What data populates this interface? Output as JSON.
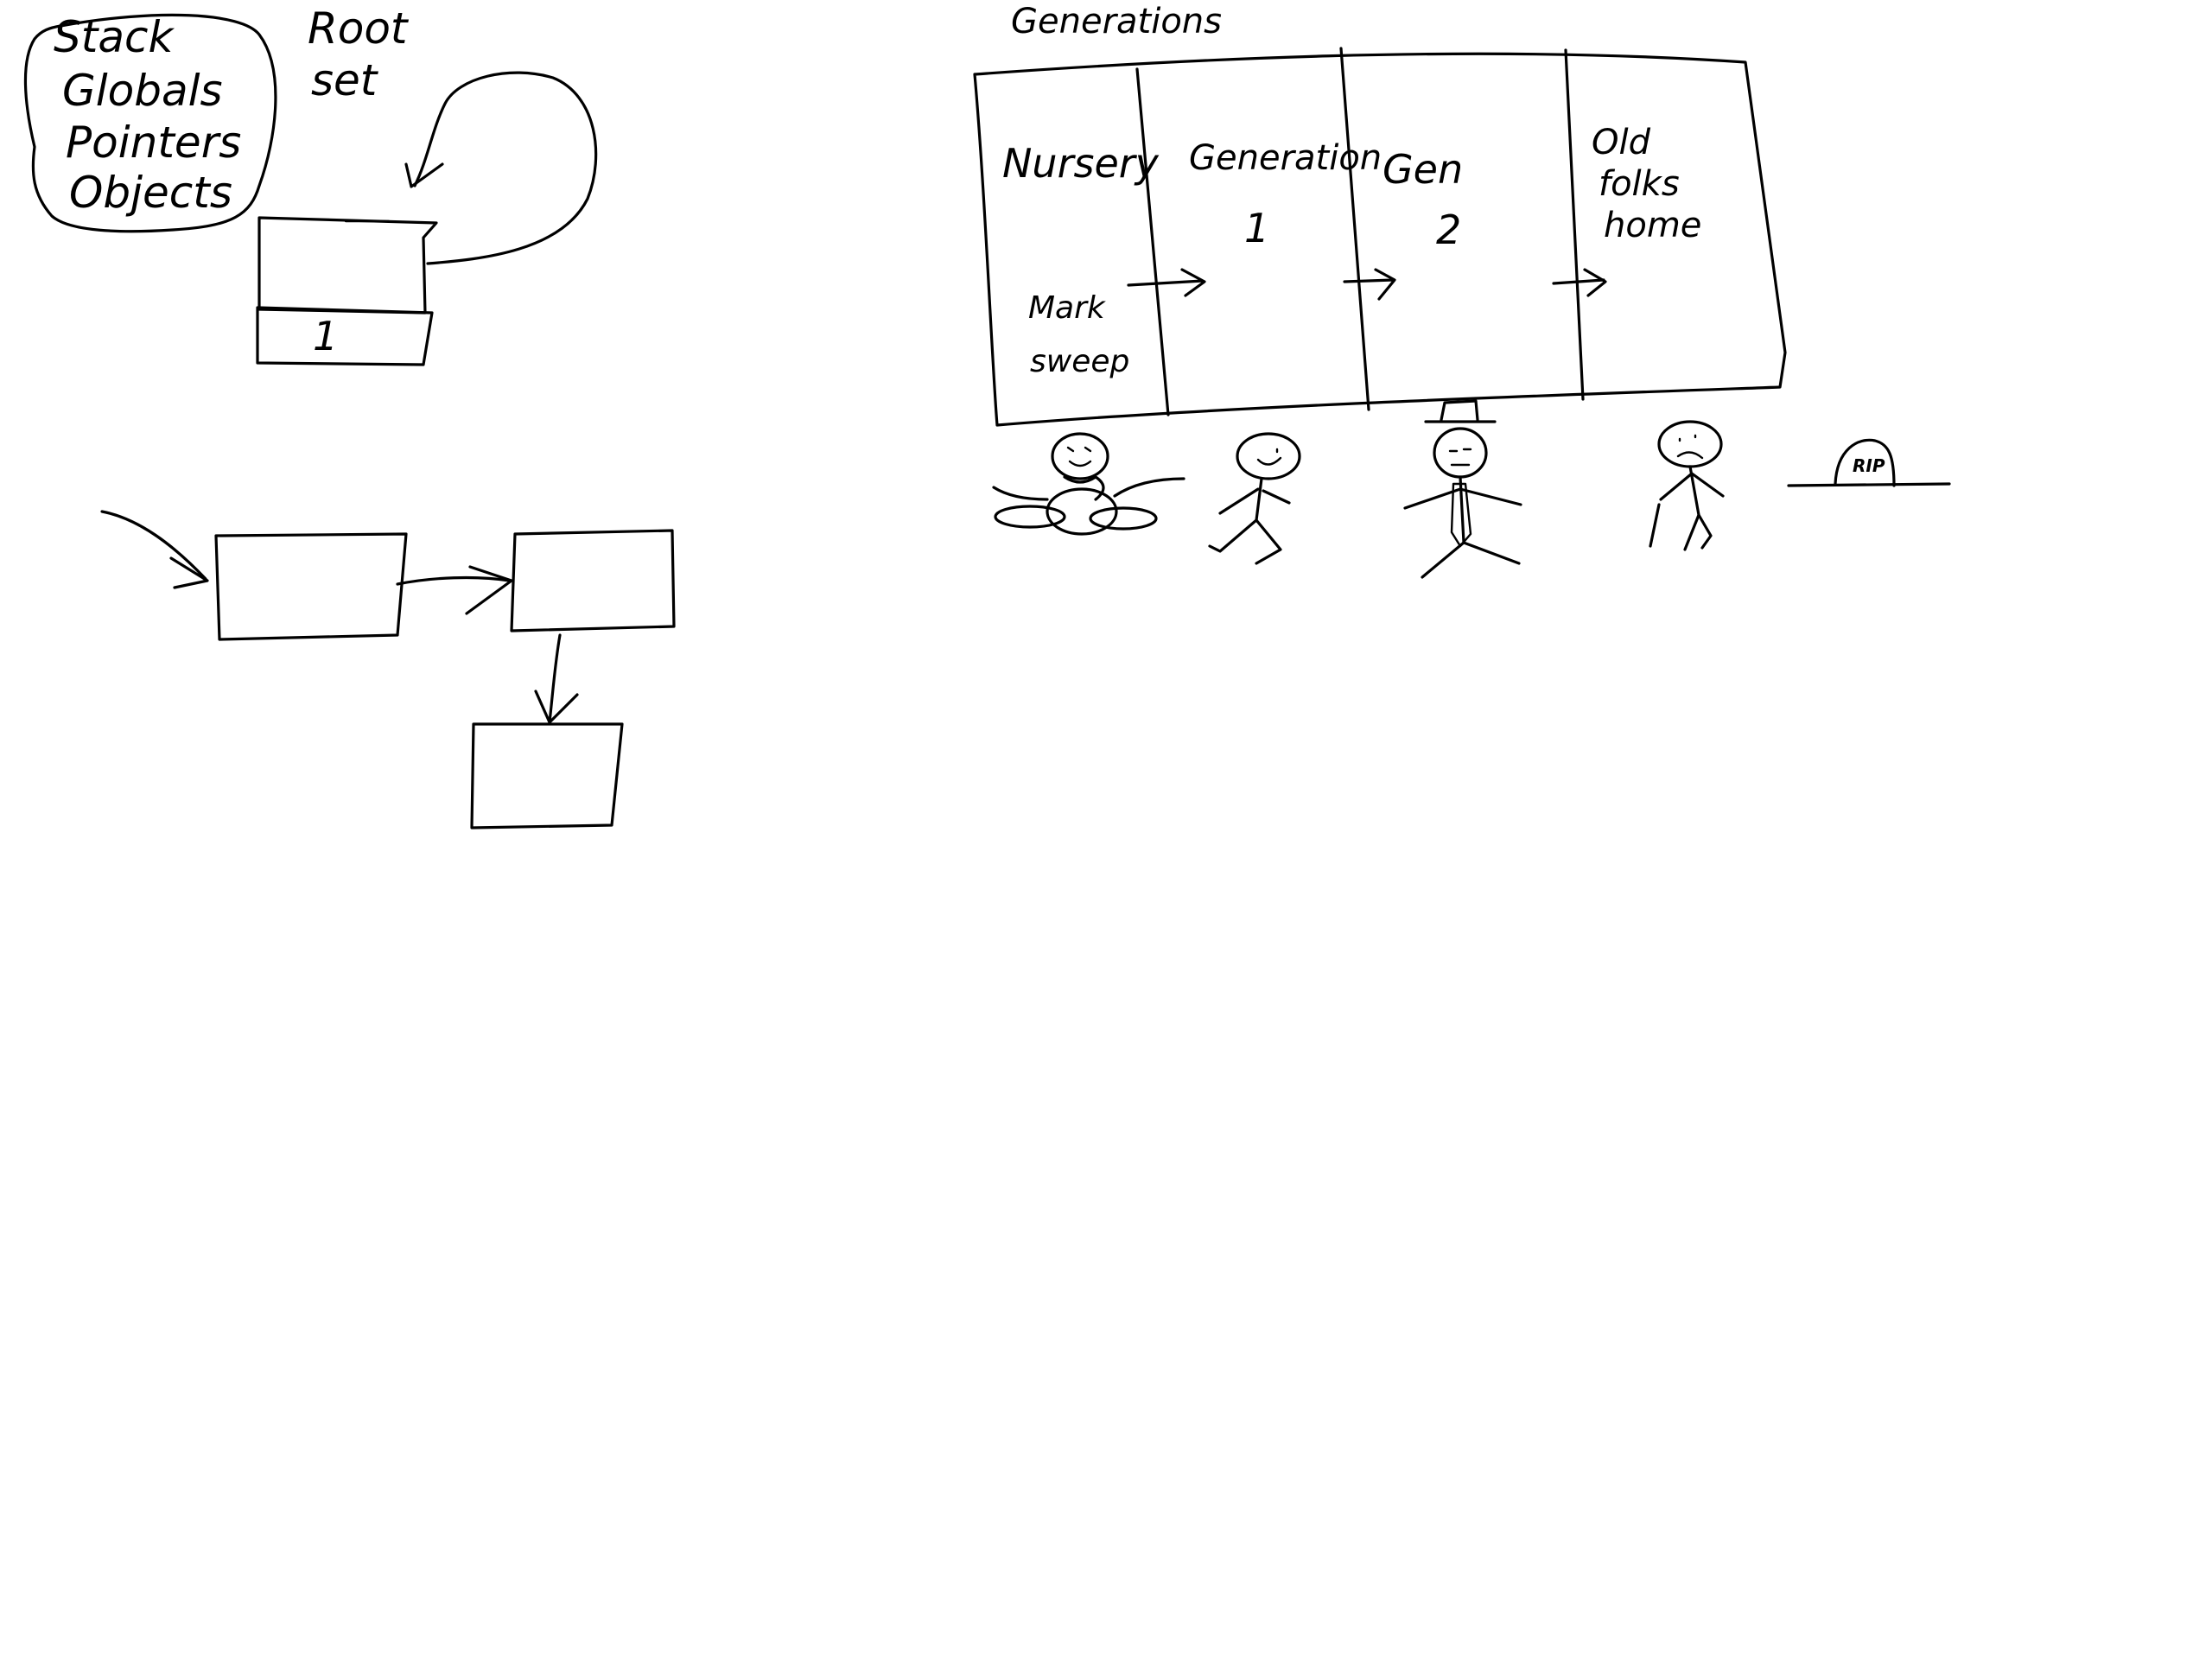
{
  "roots": {
    "bubble_lines": [
      "Stack",
      "Globals",
      "Pointers",
      "Objects"
    ],
    "root_set_lines": [
      "Root",
      "set"
    ],
    "ref_count": "1"
  },
  "generations": {
    "title": "Generations",
    "columns": [
      {
        "lines": [
          "Nursery"
        ]
      },
      {
        "lines": [
          "Generation",
          "1"
        ]
      },
      {
        "lines": [
          "Gen",
          "2"
        ]
      },
      {
        "lines": [
          "Old",
          "folks",
          "home"
        ]
      }
    ],
    "nursery_note": [
      "Mark",
      "sweep"
    ],
    "grave_text": "RIP"
  },
  "colors": {
    "ink": "#000000",
    "background": "#ffffff"
  }
}
